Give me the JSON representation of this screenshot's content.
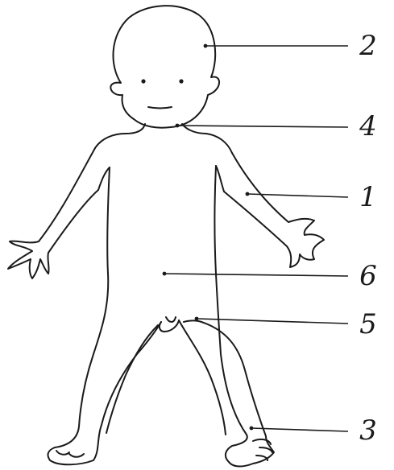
{
  "diagram": {
    "callouts": [
      {
        "id": "head",
        "number": "2"
      },
      {
        "id": "neck",
        "number": "4"
      },
      {
        "id": "arm",
        "number": "1"
      },
      {
        "id": "trunk",
        "number": "6"
      },
      {
        "id": "leg",
        "number": "5"
      },
      {
        "id": "foot",
        "number": "3"
      }
    ]
  },
  "colors": {
    "ink": "#1a1a1a",
    "paper": "#ffffff"
  }
}
